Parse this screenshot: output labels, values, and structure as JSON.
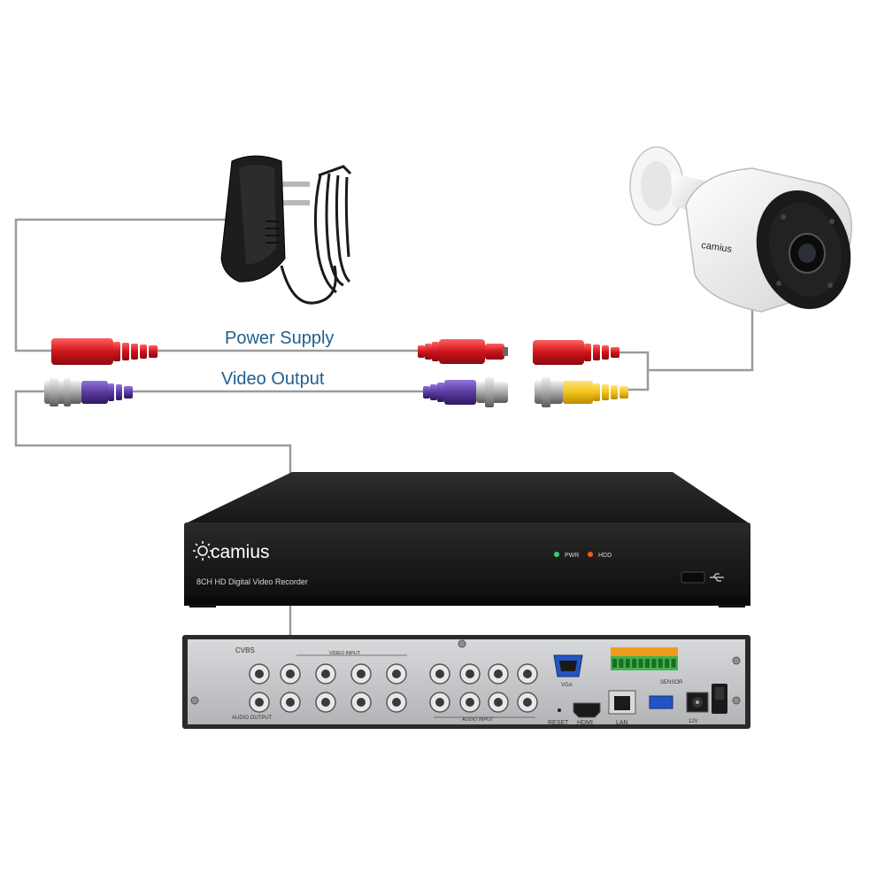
{
  "labels": {
    "power_supply": "Power Supply",
    "video_output": "Video Output"
  },
  "dvr": {
    "brand": "camius",
    "model_text": "8CH HD Digital Video Recorder",
    "led_pwr": "PWR",
    "led_hdd": "HDD",
    "rear": {
      "cvbs": "CVBS",
      "audio_output": "AUDIO OUTPUT",
      "video_input": "VIDEO INPUT",
      "audio_input": "AUDIO INPUT",
      "vga": "VGA",
      "reset": "RESET",
      "hdmi": "HDMI",
      "lan": "LAN",
      "sensor": "SENSOR",
      "power_rating": "12V"
    }
  },
  "camera": {
    "brand": "camius"
  },
  "colors": {
    "power_connector": "#d0141b",
    "video_connector": "#5b3aa0",
    "camera_video_connector": "#f2c21b",
    "wire": "#9a9a9a",
    "label": "#1f5f8f",
    "dvr_body": "#1c1c1c",
    "rear_panel": "#c9cbcd"
  },
  "icons": [
    "power-adapter-icon",
    "bnc-connector-icon",
    "dc-power-connector-icon",
    "usb-icon"
  ]
}
